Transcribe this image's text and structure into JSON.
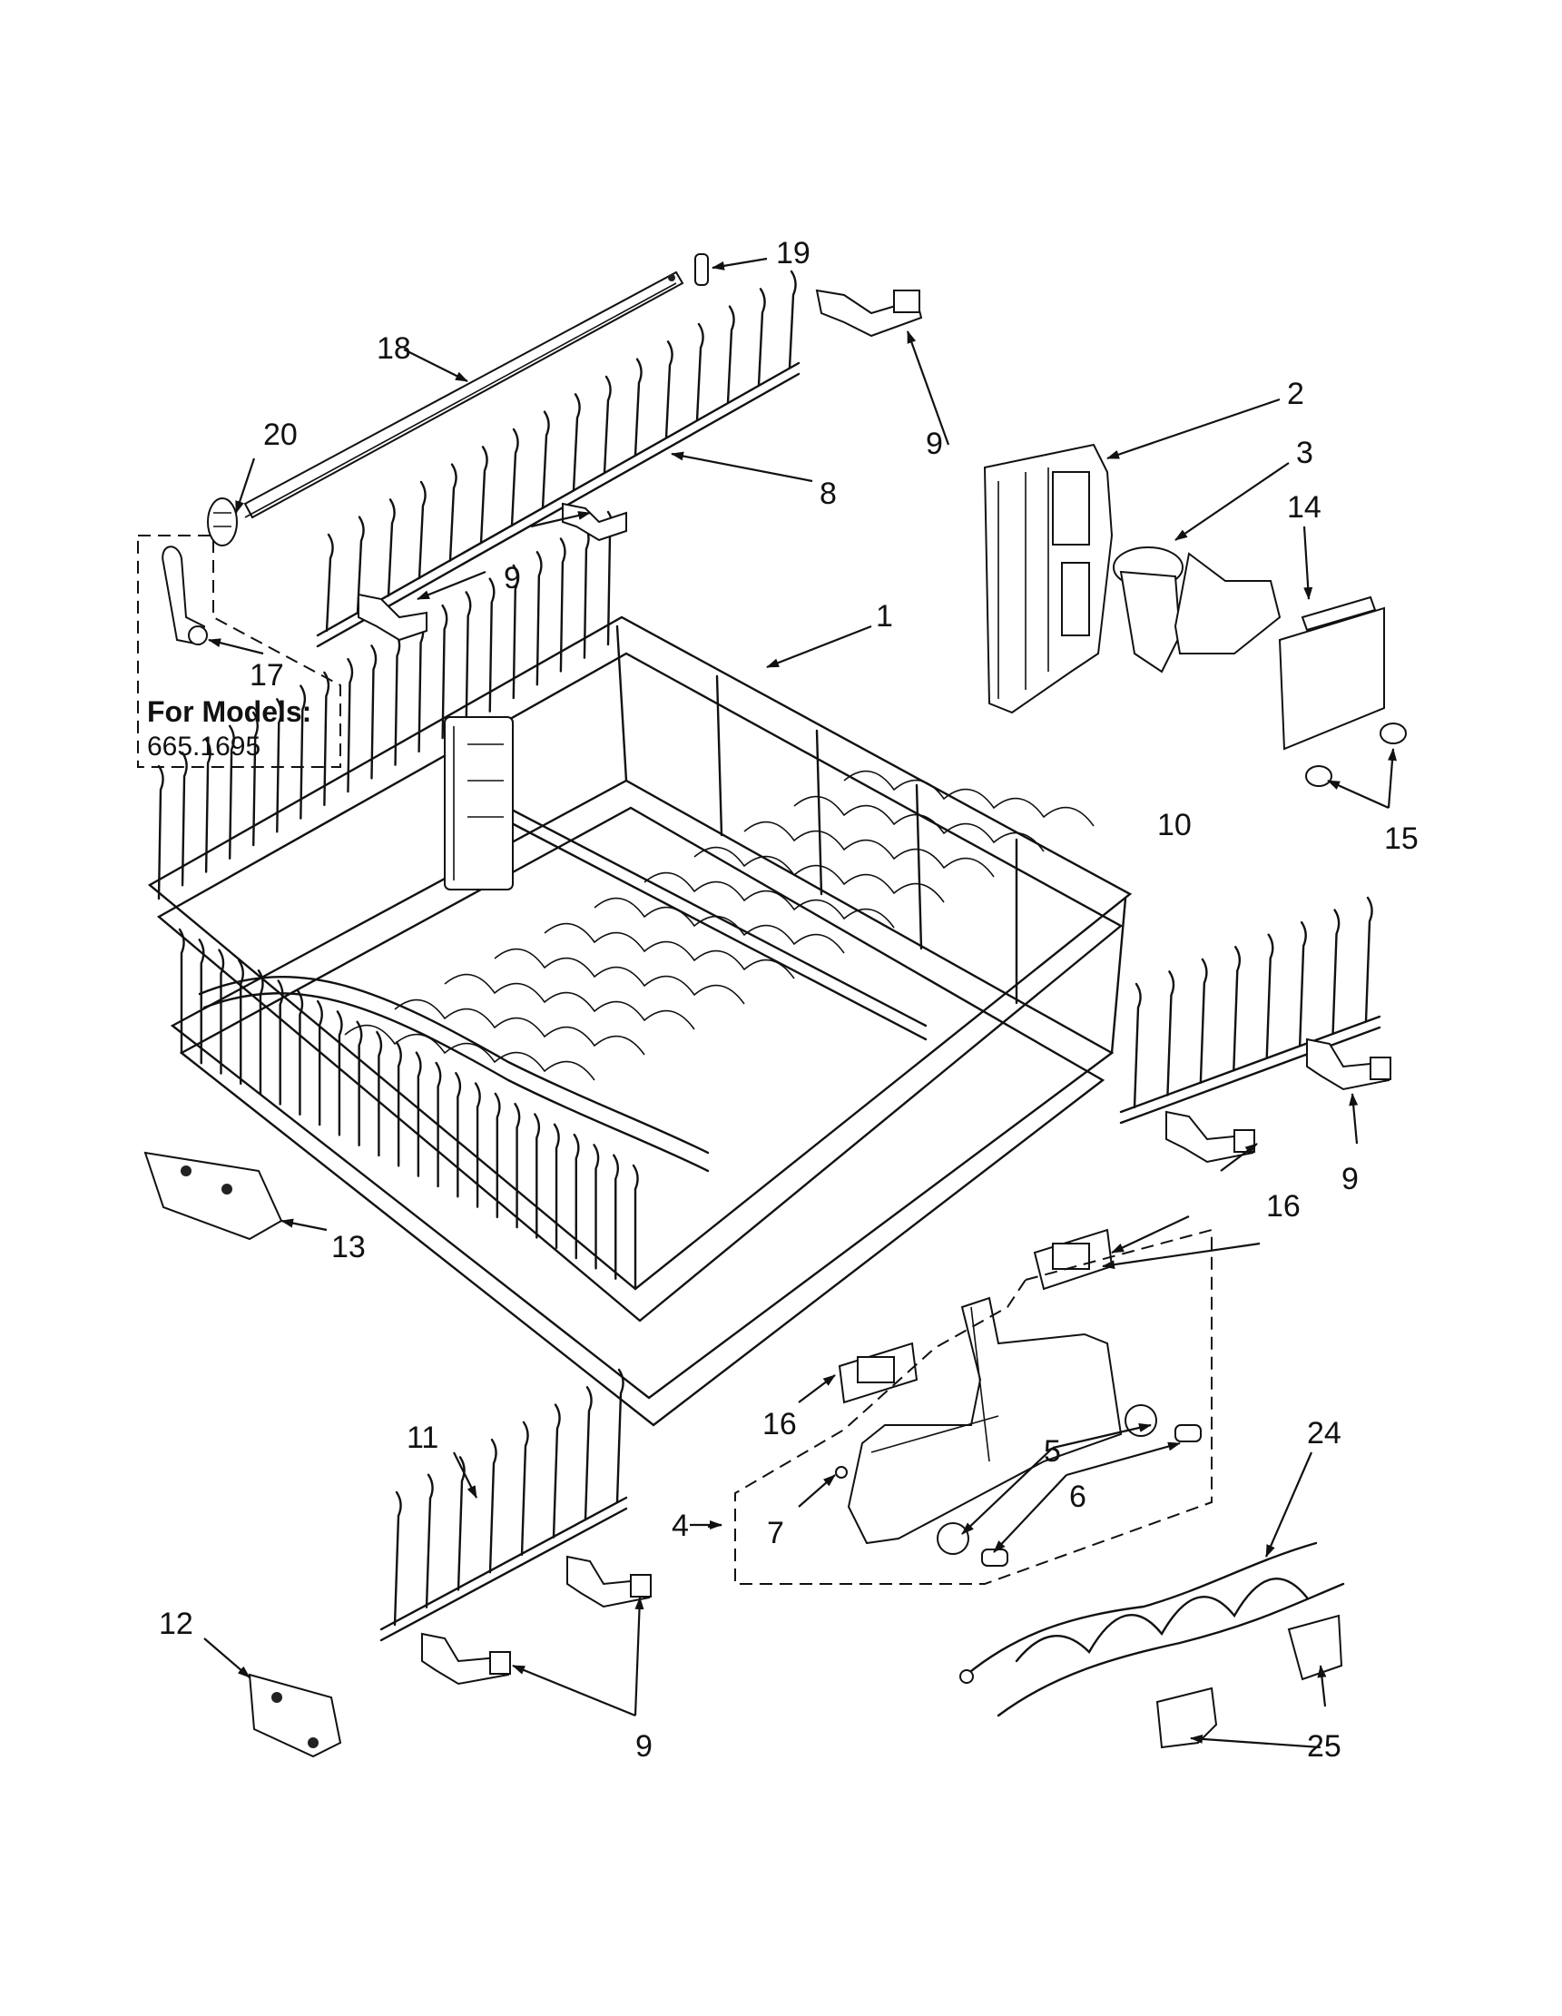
{
  "callouts": {
    "c1": "1",
    "c2": "2",
    "c3": "3",
    "c4": "4",
    "c5": "5",
    "c6": "6",
    "c7": "7",
    "c8": "8",
    "c9a": "9",
    "c9b": "9",
    "c9c": "9",
    "c9d": "9",
    "c10": "10",
    "c11": "11",
    "c12": "12",
    "c13": "13",
    "c14": "14",
    "c15": "15",
    "c16a": "16",
    "c16b": "16",
    "c17": "17",
    "c18": "18",
    "c19": "19",
    "c20": "20",
    "c24": "24",
    "c25": "25"
  },
  "model_note": {
    "heading": "For Models:",
    "model": "665.1695"
  }
}
